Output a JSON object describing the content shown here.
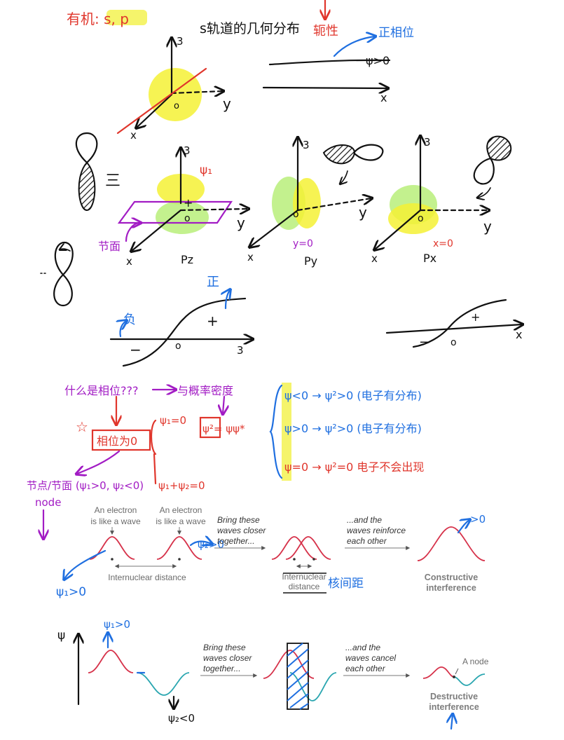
{
  "notes": {
    "top_left": "有机: s, p",
    "s_title": "s轨道的几何分布",
    "conj": "轭性",
    "pos_phase": "正相位",
    "psi_gt0": "ψ>0",
    "x": "x",
    "y": "y",
    "z": "3",
    "o": "o",
    "psi1": "ψ₁",
    "plus": "+",
    "minus": "−",
    "nodal_plane": "节面",
    "pz": "Pz",
    "py": "Py",
    "px": "Px",
    "y0": "y=0",
    "x0": "x=0",
    "equals3": "三",
    "zheng": "正",
    "fu": "负",
    "phase_q": "什么是相位???",
    "prob_density": "与概率密度",
    "phase_zero": "相位为0",
    "psi1_0": "ψ₁=0",
    "psi2": "ψ²= ψψ*",
    "node_label": "节点/节面 (ψ₁>0, ψ₂<0)",
    "psi_sum": "ψ₁+ψ₂=0",
    "node_en": "node",
    "r1": "ψ<0 → ψ²>0 (电子有分布)",
    "r2": "ψ>0 → ψ²>0 (电子有分布)",
    "r3": "ψ=0 → ψ²=0 电子不会出现",
    "psi2_gt0": "ψ₂>0",
    "psi1_gt0": "ψ₁>0",
    "gt0": ">0",
    "internuclear_cn": "核间距",
    "psi_axis": "ψ",
    "psi1_gt0_b": "ψ₁>0",
    "psi2_lt0": "ψ₂<0"
  },
  "figure": {
    "electron_wave": "An electron",
    "electron_wave2": "is like a wave",
    "bring1": "Bring these",
    "bring2": "waves closer",
    "bring3": "together...",
    "reinforce1": "...and the",
    "reinforce2": "waves reinforce",
    "reinforce3": "each other",
    "internuclear": "Internuclear distance",
    "internuclear2a": "Internuclear",
    "internuclear2b": "distance",
    "constructive1": "Constructive",
    "constructive2": "interference",
    "cancel1": "...and the",
    "cancel2": "waves cancel",
    "cancel3": "each other",
    "a_node": "A node",
    "destructive1": "Destructive",
    "destructive2": "interference"
  },
  "colors": {
    "red": "#e0362c",
    "blue": "#1f6fe0",
    "purple": "#a21cc4",
    "highlight": "#f2f03a",
    "lobe_green": "#b9ee7a",
    "wave_red": "#d6324a",
    "wave_cyan": "#2aa6b0"
  }
}
